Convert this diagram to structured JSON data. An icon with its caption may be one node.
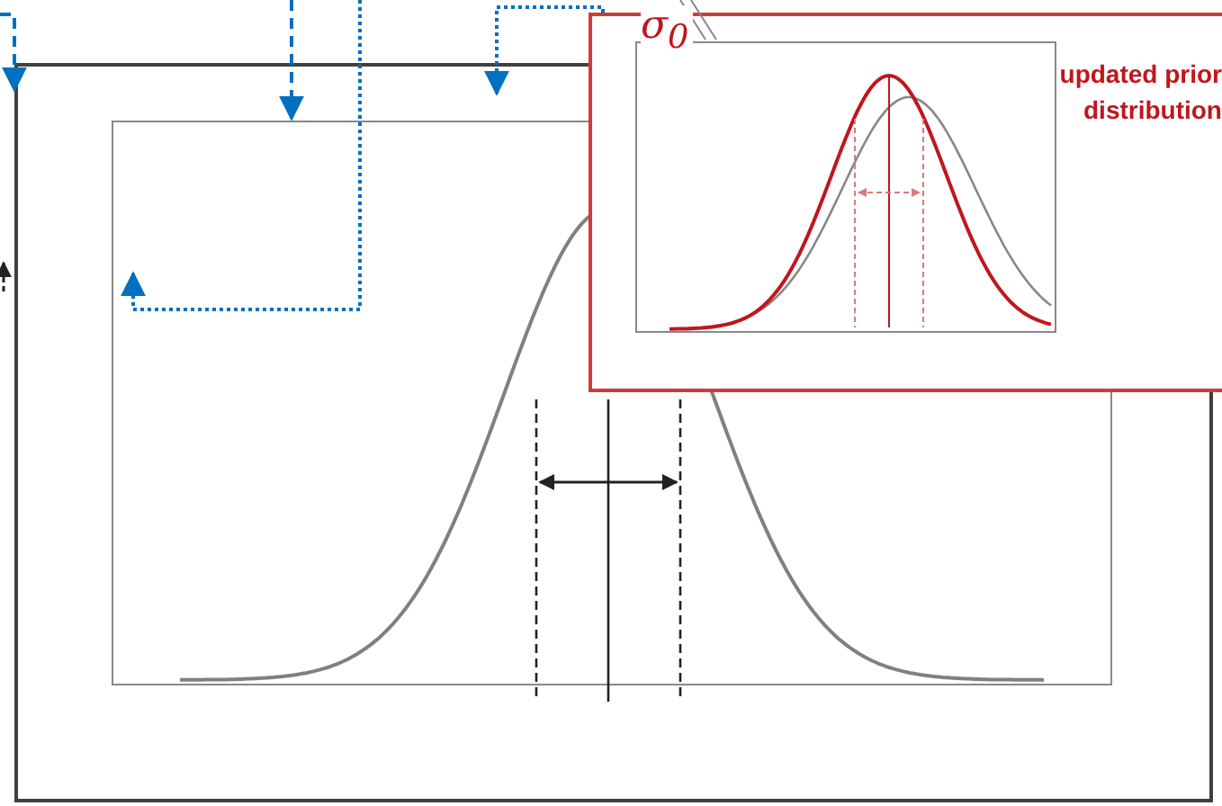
{
  "diagram": {
    "nodes": [
      {
        "text": [],
        "shape": "box"
      },
      {
        "text": [],
        "shape": "box",
        "in": 0
      },
      {
        "text": [
          "updated prior distribution"
        ]
      },
      {
        "text": [],
        "shape": "box",
        "in": 2
      }
    ],
    "edges": [
      {
        "from": null,
        "to": 0,
        "arrow": "to",
        "style": "dashed"
      },
      {
        "from": null,
        "to": 1,
        "arrow": "to",
        "style": "dashed"
      },
      {
        "from": 2,
        "to": 0,
        "arrow": "to",
        "style": "dashed"
      },
      {
        "from": null,
        "to": 1,
        "arrow": "to",
        "style": "dashed"
      }
    ],
    "labels": [
      "σ$_{0}$"
    ]
  }
}
